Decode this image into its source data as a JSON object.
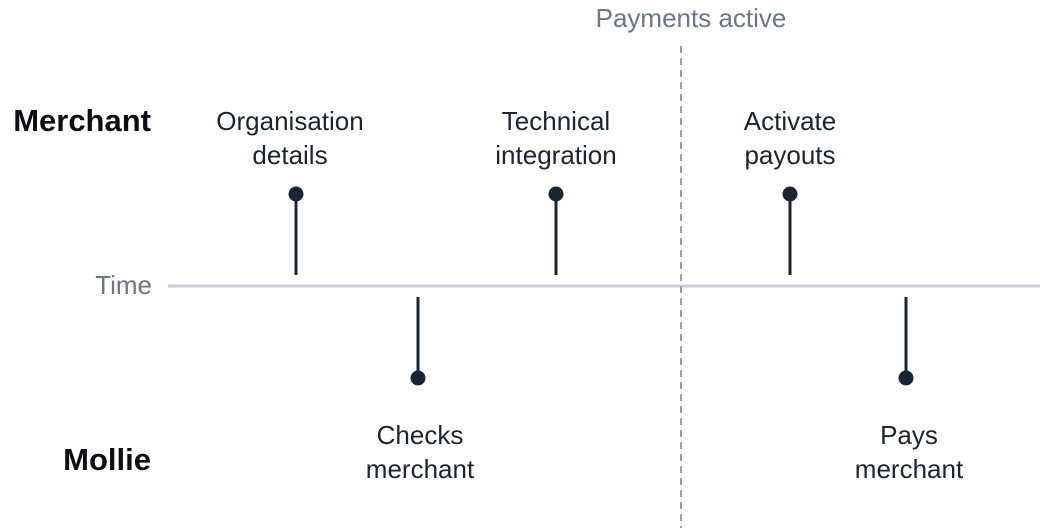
{
  "lanes": {
    "top": "Merchant",
    "bottom": "Mollie"
  },
  "axis": {
    "label": "Time"
  },
  "milestone": {
    "label": "Payments active"
  },
  "events": [
    {
      "label": "Organisation\ndetails",
      "lane": "top"
    },
    {
      "label": "Checks\nmerchant",
      "lane": "bottom"
    },
    {
      "label": "Technical\nintegration",
      "lane": "top"
    },
    {
      "label": "Activate\npayouts",
      "lane": "top"
    },
    {
      "label": "Pays\nmerchant",
      "lane": "bottom"
    }
  ],
  "colors": {
    "axis_line": "#c9ced6",
    "axis_label": "#6b7786",
    "milestone_label": "#6b7786",
    "milestone_line": "#9aa1a9",
    "stem": "#1b2431",
    "lane_text": "#0b0f14",
    "event_text": "#1b2431"
  }
}
